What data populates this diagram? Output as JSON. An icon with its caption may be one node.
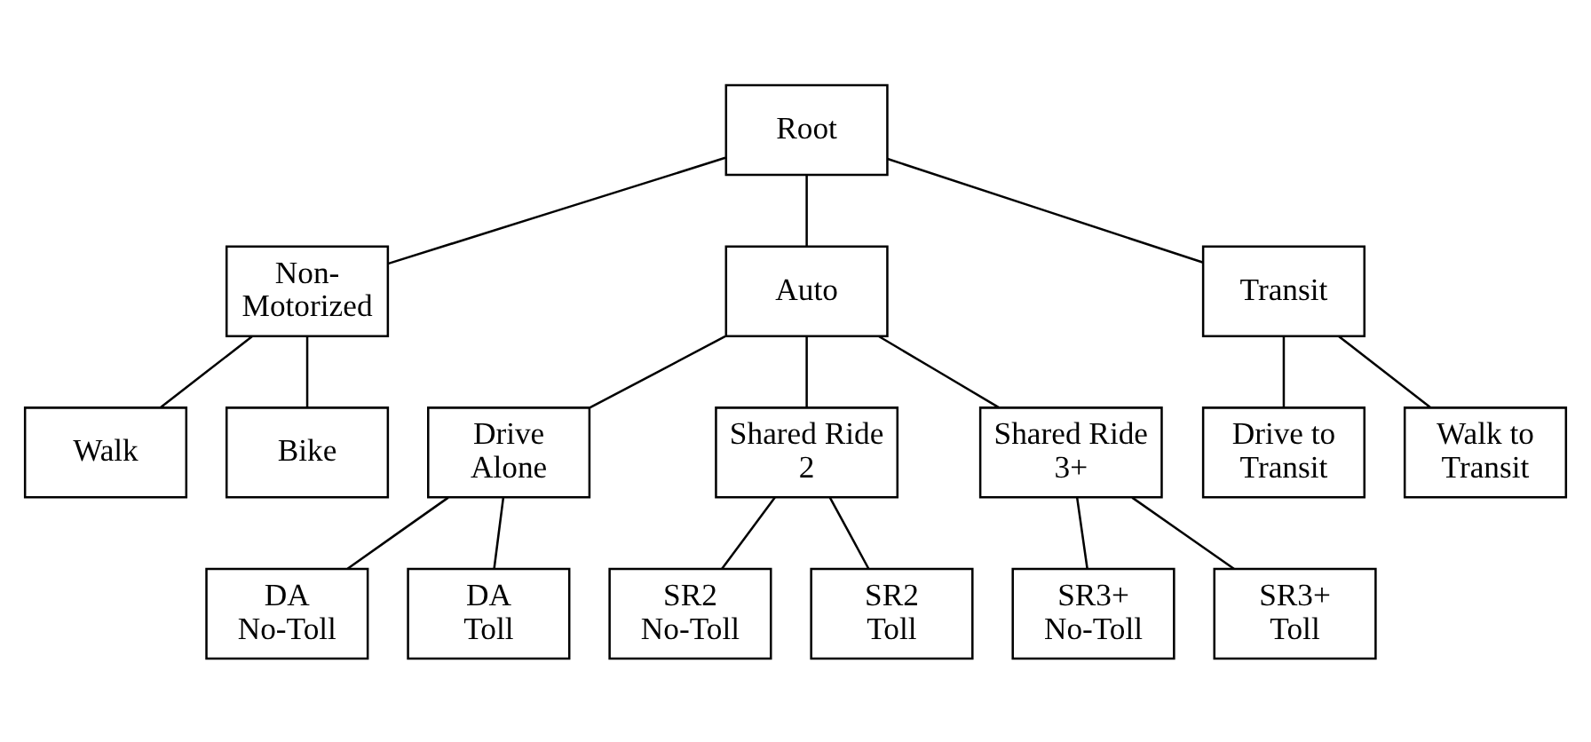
{
  "diagram": {
    "nodes": [
      {
        "text": [
          "Root"
        ]
      },
      {
        "text": [
          "Non- Motorized"
        ]
      },
      {
        "text": [
          "Auto"
        ]
      },
      {
        "text": [
          "Transit"
        ]
      },
      {
        "text": [
          "Walk"
        ]
      },
      {
        "text": [
          "Bike"
        ]
      },
      {
        "text": [
          "Drive Alone"
        ]
      },
      {
        "text": [
          "Shared Ride 2"
        ]
      },
      {
        "text": [
          "Shared Ride 3+"
        ]
      },
      {
        "text": [
          "Drive to Transit"
        ]
      },
      {
        "text": [
          "Walk to Transit"
        ]
      },
      {
        "text": [
          "DA No-Toll"
        ]
      },
      {
        "text": [
          "DA Toll"
        ]
      },
      {
        "text": [
          "SR2 No-Toll"
        ]
      },
      {
        "text": [
          "SR2 Toll"
        ]
      },
      {
        "text": [
          "SR3+ No-Toll"
        ]
      },
      {
        "text": [
          "SR3+ Toll"
        ]
      }
    ],
    "edges": [
      {
        "from": 0,
        "to": 1,
        "arrow": "none"
      },
      {
        "from": 0,
        "to": 2,
        "arrow": "none"
      },
      {
        "from": 0,
        "to": 3,
        "arrow": "none"
      },
      {
        "from": 1,
        "to": 4,
        "arrow": "none"
      },
      {
        "from": 1,
        "to": 5,
        "arrow": "none"
      },
      {
        "from": 2,
        "to": 6,
        "arrow": "none"
      },
      {
        "from": 2,
        "to": 7,
        "arrow": "none"
      },
      {
        "from": 2,
        "to": 8,
        "arrow": "none"
      },
      {
        "from": 3,
        "to": 9,
        "arrow": "none"
      },
      {
        "from": 3,
        "to": 10,
        "arrow": "none"
      },
      {
        "from": 6,
        "to": 11,
        "arrow": "none"
      },
      {
        "from": 6,
        "to": 12,
        "arrow": "none"
      },
      {
        "from": 7,
        "to": 13,
        "arrow": "none"
      },
      {
        "from": 7,
        "to": 14,
        "arrow": "none"
      },
      {
        "from": 8,
        "to": 15,
        "arrow": "none"
      },
      {
        "from": 8,
        "to": 16,
        "arrow": "none"
      }
    ]
  }
}
